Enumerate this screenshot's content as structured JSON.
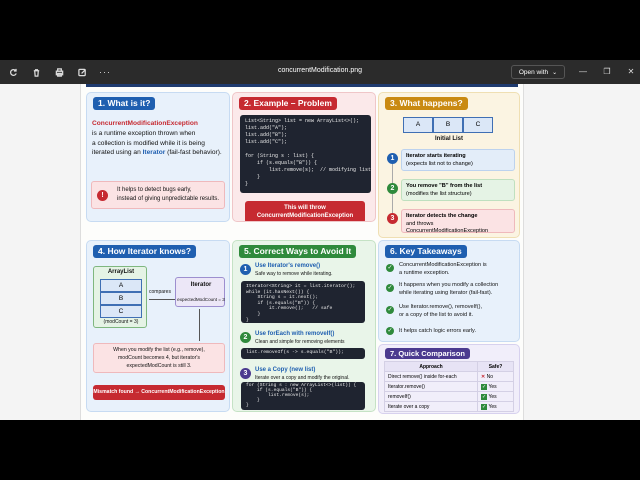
{
  "window": {
    "title": "concurrentModification.png",
    "open_with": "Open with"
  },
  "toolbar_icons": [
    "rotate-icon",
    "delete-icon",
    "print-icon",
    "edit-icon",
    "more-icon"
  ],
  "p1": {
    "title": "1. What is it?",
    "l1": "ConcurrentModificationException",
    "l2": "is a runtime exception thrown when",
    "l3": "a collection is modified while it is being",
    "l4a": "iterated using an ",
    "l4b": "Iterator",
    "l4c": " (fail-fast behavior).",
    "alert1": "It helps to detect bugs early,",
    "alert2": "instead of giving unpredictable results."
  },
  "p2": {
    "title": "2. Example – Problem",
    "code": "List<String> list = new ArrayList<>();\nlist.add(\"A\");\nlist.add(\"B\");\nlist.add(\"C\");\n\nfor (String s : list) {\n    if (s.equals(\"B\")) {\n        list.remove(s);  // modifying list\n    }\n}",
    "box1": "This will throw",
    "box2": "ConcurrentModificationException"
  },
  "p3": {
    "title": "3. What happens?",
    "cells": [
      "A",
      "B",
      "C"
    ],
    "caption": "Initial List",
    "s1a": "Iterator starts iterating",
    "s1b": "(expects list not to change)",
    "s2a": "You remove \"B\" from the list",
    "s2b": "(modifies the list structure)",
    "s3a": "Iterator detects the change",
    "s3b": "and throws ConcurrentModificationException"
  },
  "p4": {
    "title": "4. How Iterator knows?",
    "al": "ArrayList",
    "cells": [
      "A",
      "B",
      "C"
    ],
    "mc": "(modCount = 3)",
    "compares": "compares",
    "it": "Iterator",
    "emc": "expectedModCount = 3",
    "n1": "When you modify the list (e.g., remove),",
    "n2": "modCount becomes 4, but iterator's",
    "n3": "expectedModCount is still 3.",
    "box": "Mismatch found → ConcurrentModificationException"
  },
  "p5": {
    "title": "5. Correct Ways to Avoid It",
    "a1": "Use Iterator's remove()",
    "a1s": "Safe way to remove while iterating.",
    "c1": "Iterator<String> it = list.iterator();\nwhile (it.hasNext()) {\n    String s = it.next();\n    if (s.equals(\"B\")) {\n        it.remove();   // safe\n    }\n}",
    "a2": "Use forEach with removeIf()",
    "a2s": "Clean and simple for removing elements",
    "c2": "list.removeIf(s -> s.equals(\"B\"));",
    "a3": "Use a Copy (new list)",
    "a3s": "Iterate over a copy and modify the original.",
    "c3": "for (String s : new ArrayList<>(list)) {\n    if (s.equals(\"B\")) {\n        list.remove(s);\n    }\n}"
  },
  "p6": {
    "title": "6. Key Takeaways",
    "k1a": "ConcurrentModificationException is",
    "k1b": "a runtime exception.",
    "k2a": "It happens when you modify a collection",
    "k2b": "while iterating using Iterator (fail-fast).",
    "k3a": "Use Iterator.remove(), removeIf(),",
    "k3b": "or a copy of the list to avoid it.",
    "k4": "It helps catch logic errors early."
  },
  "p7": {
    "title": "7. Quick Comparison",
    "h1": "Approach",
    "h2": "Safe?",
    "rows": [
      [
        "Direct remove() inside for-each",
        "No"
      ],
      [
        "Iterator.remove()",
        "Yes"
      ],
      [
        "removeIf()",
        "Yes"
      ],
      [
        "Iterate over a copy",
        "Yes"
      ]
    ]
  }
}
